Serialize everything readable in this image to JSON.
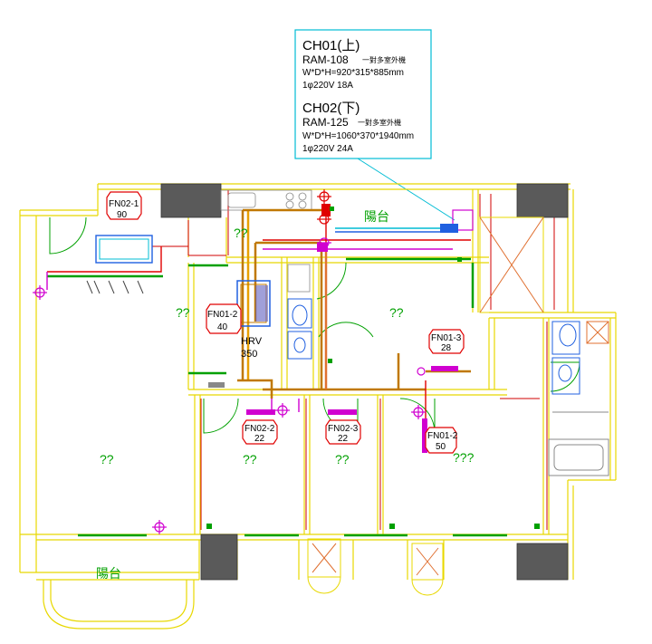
{
  "legend_box": {
    "ch01": {
      "title": "CH01(上)",
      "model": "RAM-108",
      "note": "一對多室外機",
      "dims": "W*D*H=920*315*885mm",
      "power": "1φ220V  18A"
    },
    "ch02": {
      "title": "CH02(下)",
      "model": "RAM-125",
      "note": "一對多室外機",
      "dims": "W*D*H=1060*370*1940mm",
      "power": "1φ220V  24A"
    }
  },
  "units": [
    {
      "tag": "FN02-1",
      "val": "90"
    },
    {
      "tag": "FN01-2",
      "val": "40"
    },
    {
      "tag": "FN01-3",
      "val": "28"
    },
    {
      "tag": "FN02-2",
      "val": "22"
    },
    {
      "tag": "FN02-3",
      "val": "22"
    },
    {
      "tag": "FN01-2",
      "val": "50"
    }
  ],
  "hrv": {
    "name": "HRV",
    "val": "350"
  },
  "rooms": {
    "balcony_top": "陽台",
    "balcony_bottom": "陽台",
    "r1": "??",
    "r2": "??",
    "r3": "??",
    "r4": "??",
    "r5": "??",
    "r6": "??",
    "r7": "??",
    "r8": "???"
  },
  "colors": {
    "wall_yellow": "#e8d800",
    "dark_gray": "#5a5a5a",
    "green": "#00a000",
    "cyan": "#00bcd4",
    "red": "#e00000",
    "magenta": "#d000d0",
    "brown": "#c07800",
    "blue": "#2060e0"
  }
}
